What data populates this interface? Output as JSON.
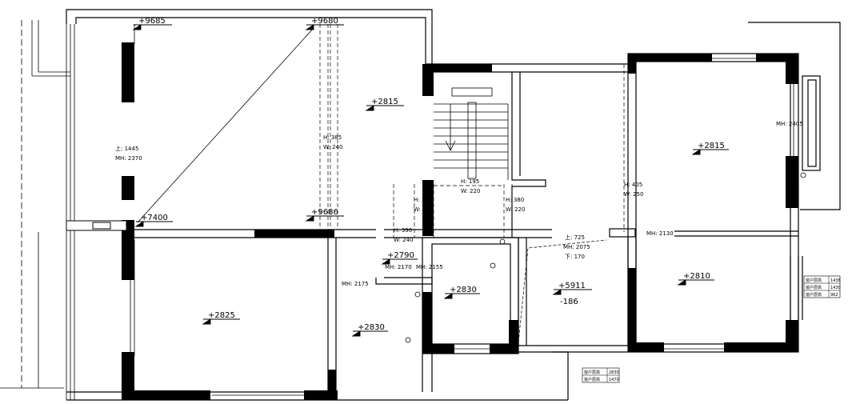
{
  "level_marks": {
    "r_tl": "+9685",
    "r_tr": "+9680",
    "r_c": "+2815",
    "r_ml": "+7400",
    "r_mm": "+9686",
    "r_mid": "+2790",
    "r_sm1": "+2830",
    "r_sm2": "+2830",
    "r_bl": "+2825",
    "r_rt": "+2815",
    "r_rb": "+2810",
    "r_hall": "+5911",
    "r_hall_sub": "-186"
  },
  "dim_labels": {
    "up1445": "上: 1445",
    "mh2370": "MH: 2370",
    "h385": "H: 385",
    "w240a": "W: 240",
    "h195": "H: 195",
    "w220a": "W: 220",
    "h390a": "H: 390",
    "w240b": "W: 240",
    "h390b": "H: 390",
    "w240c": "W: 240",
    "h380": "H: 380",
    "w220b": "W: 220",
    "h405": "H: 405",
    "w250": "W: 250",
    "mh2405": "MH: 2405",
    "mh2130": "MH: 2130",
    "up725": "上: 725",
    "mh2075": "MH: 2075",
    "dn170": "下: 170",
    "mh2170": "MH: 2170",
    "mh2155": "MH: 2155",
    "mh2175": "MH: 2175"
  },
  "tables": {
    "right": [
      [
        "窗户层高",
        "1438"
      ],
      [
        "窗户层高",
        "1430"
      ],
      [
        "窗户层高",
        "962"
      ]
    ],
    "bottom": [
      [
        "窗户层高",
        "2830"
      ],
      [
        "窗户层高",
        "1470"
      ]
    ]
  }
}
